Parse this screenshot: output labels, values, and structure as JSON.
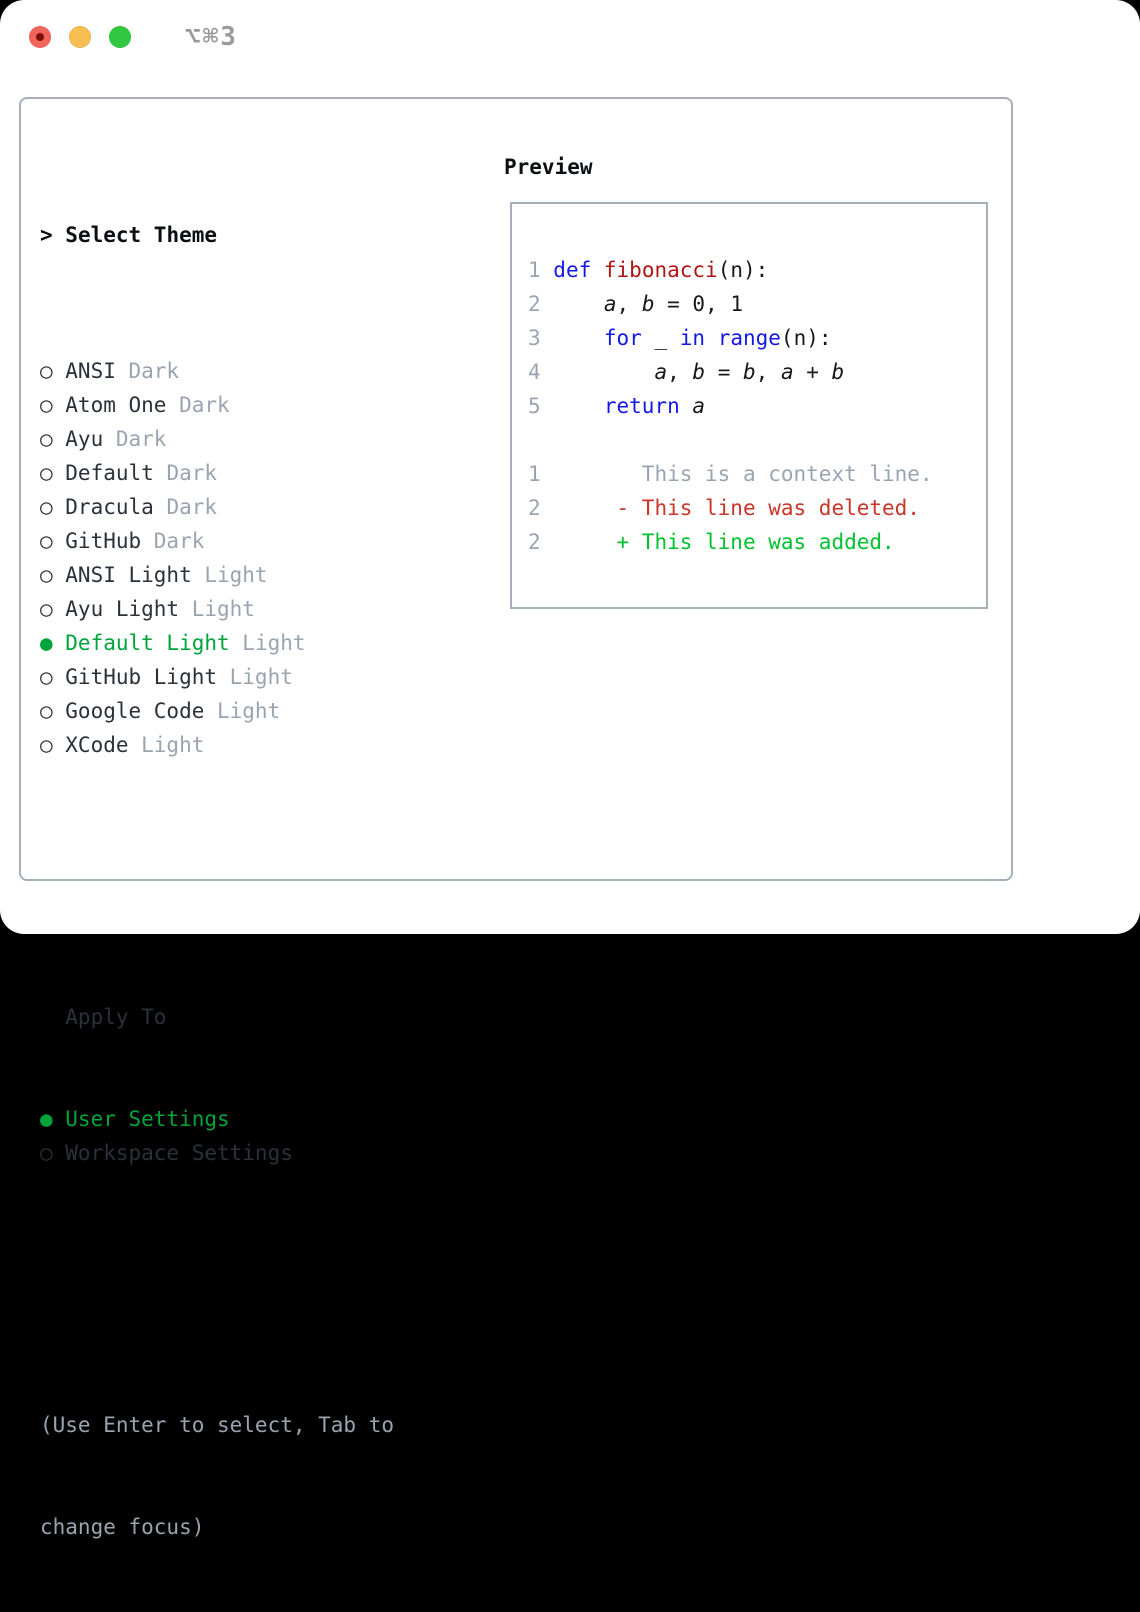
{
  "window": {
    "shortcut": "⌥⌘3"
  },
  "colors": {
    "text": "#2b313a",
    "heading": "#0b0e12",
    "gray": "#9aa4b1",
    "border": "#a6aeb9",
    "green": "#00a43b",
    "add": "#00c22e",
    "del": "#c9352a",
    "kw": "#1418e6",
    "fn": "#b31414",
    "plain": "#16181c",
    "titlebar_gray": "#9a9a9a",
    "tl_red": "#f2655b",
    "tl_red_dot": "#7c100c",
    "tl_yellow": "#f6be50",
    "tl_green": "#32c740"
  },
  "theme_picker": {
    "header_prefix": "> ",
    "header_label": "Select Theme",
    "radio_selected_icon": "●",
    "radio_unselected_icon": "○",
    "options": [
      {
        "name": "ANSI",
        "variant": "Dark",
        "selected": false
      },
      {
        "name": "Atom One",
        "variant": "Dark",
        "selected": false
      },
      {
        "name": "Ayu",
        "variant": "Dark",
        "selected": false
      },
      {
        "name": "Default",
        "variant": "Dark",
        "selected": false
      },
      {
        "name": "Dracula",
        "variant": "Dark",
        "selected": false
      },
      {
        "name": "GitHub",
        "variant": "Dark",
        "selected": false
      },
      {
        "name": "ANSI Light",
        "variant": "Light",
        "selected": false
      },
      {
        "name": "Ayu Light",
        "variant": "Light",
        "selected": false
      },
      {
        "name": "Default Light",
        "variant": "Light",
        "selected": true
      },
      {
        "name": "GitHub Light",
        "variant": "Light",
        "selected": false
      },
      {
        "name": "Google Code",
        "variant": "Light",
        "selected": false
      },
      {
        "name": "XCode",
        "variant": "Light",
        "selected": false
      }
    ],
    "apply_to": {
      "label": "Apply To",
      "options": [
        {
          "name": "User Settings",
          "selected": true
        },
        {
          "name": "Workspace Settings",
          "selected": false
        }
      ]
    },
    "help_lines": [
      "(Use Enter to select, Tab to",
      "change focus)"
    ]
  },
  "preview": {
    "header_label": "Preview",
    "code_lines": [
      {
        "segments": [
          {
            "style": "ln",
            "text": "1 "
          },
          {
            "style": "kw",
            "text": "def"
          },
          {
            "style": "pl",
            "text": " "
          },
          {
            "style": "fn",
            "text": "fibonacci"
          },
          {
            "style": "pl",
            "text": "(n):"
          }
        ]
      },
      {
        "segments": [
          {
            "style": "ln",
            "text": "2 "
          },
          {
            "style": "pl",
            "text": "    "
          },
          {
            "style": "var",
            "text": "a"
          },
          {
            "style": "pl",
            "text": ", "
          },
          {
            "style": "var",
            "text": "b"
          },
          {
            "style": "pl",
            "text": " = 0, 1"
          }
        ]
      },
      {
        "segments": [
          {
            "style": "ln",
            "text": "3 "
          },
          {
            "style": "pl",
            "text": "    "
          },
          {
            "style": "kw",
            "text": "for"
          },
          {
            "style": "pl",
            "text": " _ "
          },
          {
            "style": "kw",
            "text": "in"
          },
          {
            "style": "pl",
            "text": " "
          },
          {
            "style": "kw",
            "text": "range"
          },
          {
            "style": "pl",
            "text": "(n):"
          }
        ]
      },
      {
        "segments": [
          {
            "style": "ln",
            "text": "4 "
          },
          {
            "style": "pl",
            "text": "        "
          },
          {
            "style": "var",
            "text": "a"
          },
          {
            "style": "pl",
            "text": ", "
          },
          {
            "style": "var",
            "text": "b"
          },
          {
            "style": "pl",
            "text": " = "
          },
          {
            "style": "var",
            "text": "b"
          },
          {
            "style": "pl",
            "text": ", "
          },
          {
            "style": "var",
            "text": "a"
          },
          {
            "style": "pl",
            "text": " + "
          },
          {
            "style": "var",
            "text": "b"
          }
        ]
      },
      {
        "segments": [
          {
            "style": "ln",
            "text": "5 "
          },
          {
            "style": "pl",
            "text": "    "
          },
          {
            "style": "kw",
            "text": "return"
          },
          {
            "style": "pl",
            "text": " "
          },
          {
            "style": "var",
            "text": "a"
          }
        ]
      },
      {
        "segments": []
      },
      {
        "segments": [
          {
            "style": "ln",
            "text": "1"
          },
          {
            "style": "ctx",
            "text": "        This is a context line."
          }
        ]
      },
      {
        "segments": [
          {
            "style": "ln",
            "text": "2"
          },
          {
            "style": "del",
            "text": "      - This line was deleted."
          }
        ]
      },
      {
        "segments": [
          {
            "style": "ln",
            "text": "2"
          },
          {
            "style": "add",
            "text": "      + This line was added."
          }
        ]
      }
    ]
  }
}
